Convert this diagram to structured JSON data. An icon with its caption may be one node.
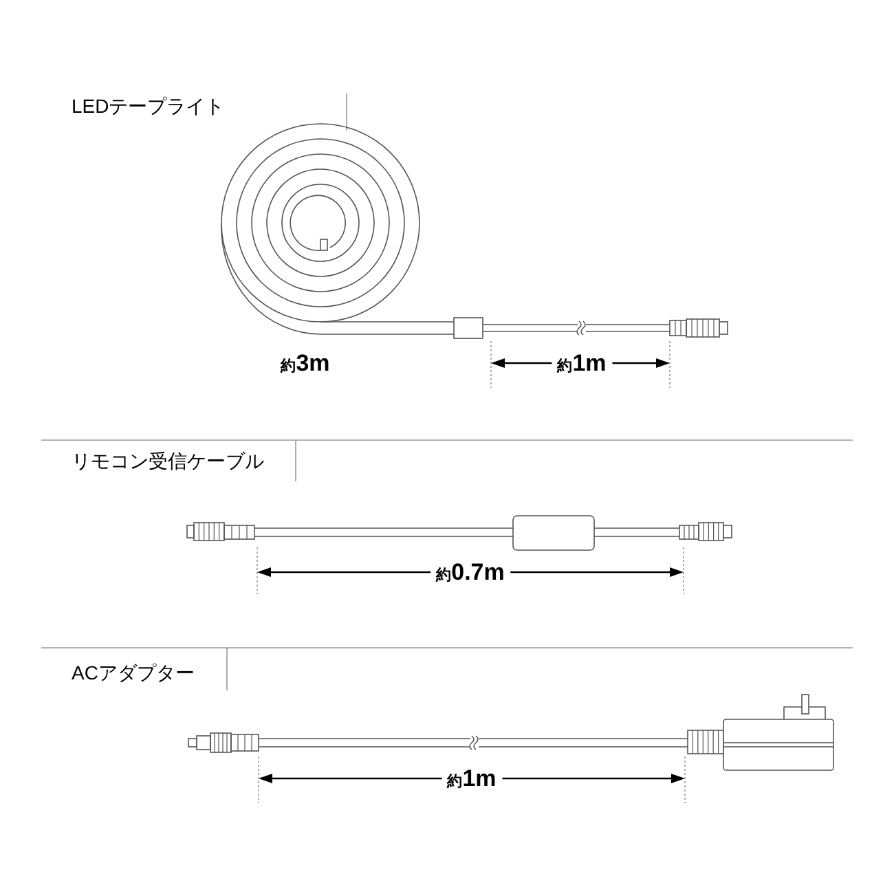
{
  "diagram": {
    "labels": [
      "LEDテープライト",
      "約3m",
      "約1m",
      "リモコン受信ケーブル",
      "約0.7m",
      "ACアダプター",
      "約1m"
    ]
  }
}
